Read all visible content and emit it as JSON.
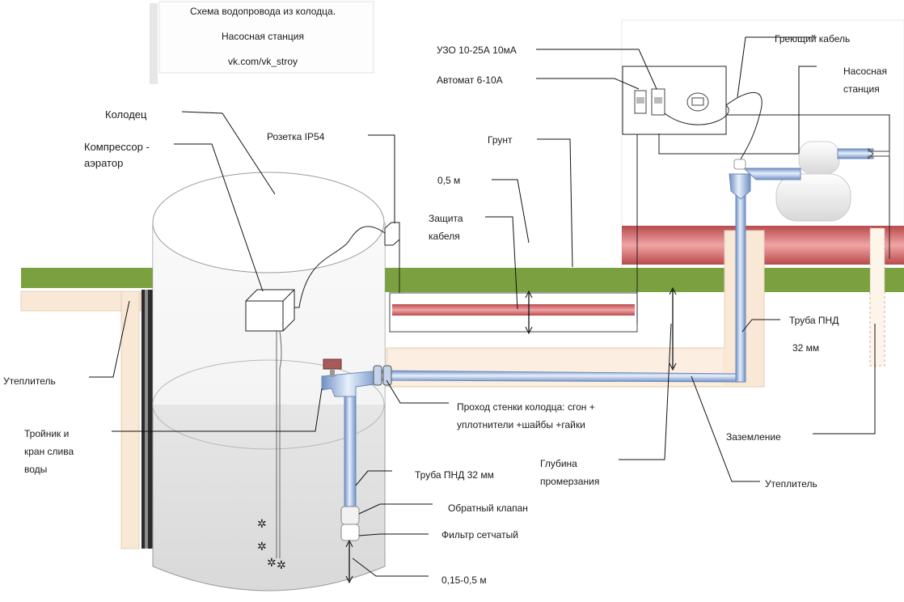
{
  "header": {
    "title": "Схема водопровода из колодца.",
    "subtitle": "Насосная станция",
    "link": "vk.com/vk_stroy"
  },
  "labels": {
    "well": "Колодец",
    "compressor_1": "Компрессор -",
    "compressor_2": "аэратор",
    "socket": "Розетка IP54",
    "ground": "Грунт",
    "depth_top": "0,5 м",
    "cable_protection_1": "Защита",
    "cable_protection_2": "кабеля",
    "rcd": "УЗО  10-25А 10мА",
    "breaker": "Автомат 6-10А",
    "heating_cable": "Греющий  кабель",
    "pump_station_1": "Насосная",
    "pump_station_2": "станция",
    "insulation_left": "Утеплитель",
    "tee_1": "Тройник и",
    "tee_2": "кран слива",
    "tee_3": "воды",
    "wall_pass_1": "Проход стенки колодца: сгон +",
    "wall_pass_2": "уплотнители +шайбы +гайки",
    "pipe_right_1": "Труба ПНД",
    "pipe_right_2": "32 мм",
    "grounding": "Заземление",
    "freeze_depth_1": "Глубина",
    "freeze_depth_2": "промерзания",
    "insulation_right": "Утеплитель",
    "pipe_inner": "Труба ПНД 32 мм",
    "check_valve": "Обратный клапан",
    "filter": "Фильтр сетчатый",
    "depth_bottom": "0,15-0,5 м"
  },
  "colors": {
    "grass": "#7aa03f",
    "heat_pipe": "#d9787a",
    "insulation": "#f8e8d5",
    "water_pipe": "#9bb9e6",
    "ring": "#2a2a2a"
  }
}
